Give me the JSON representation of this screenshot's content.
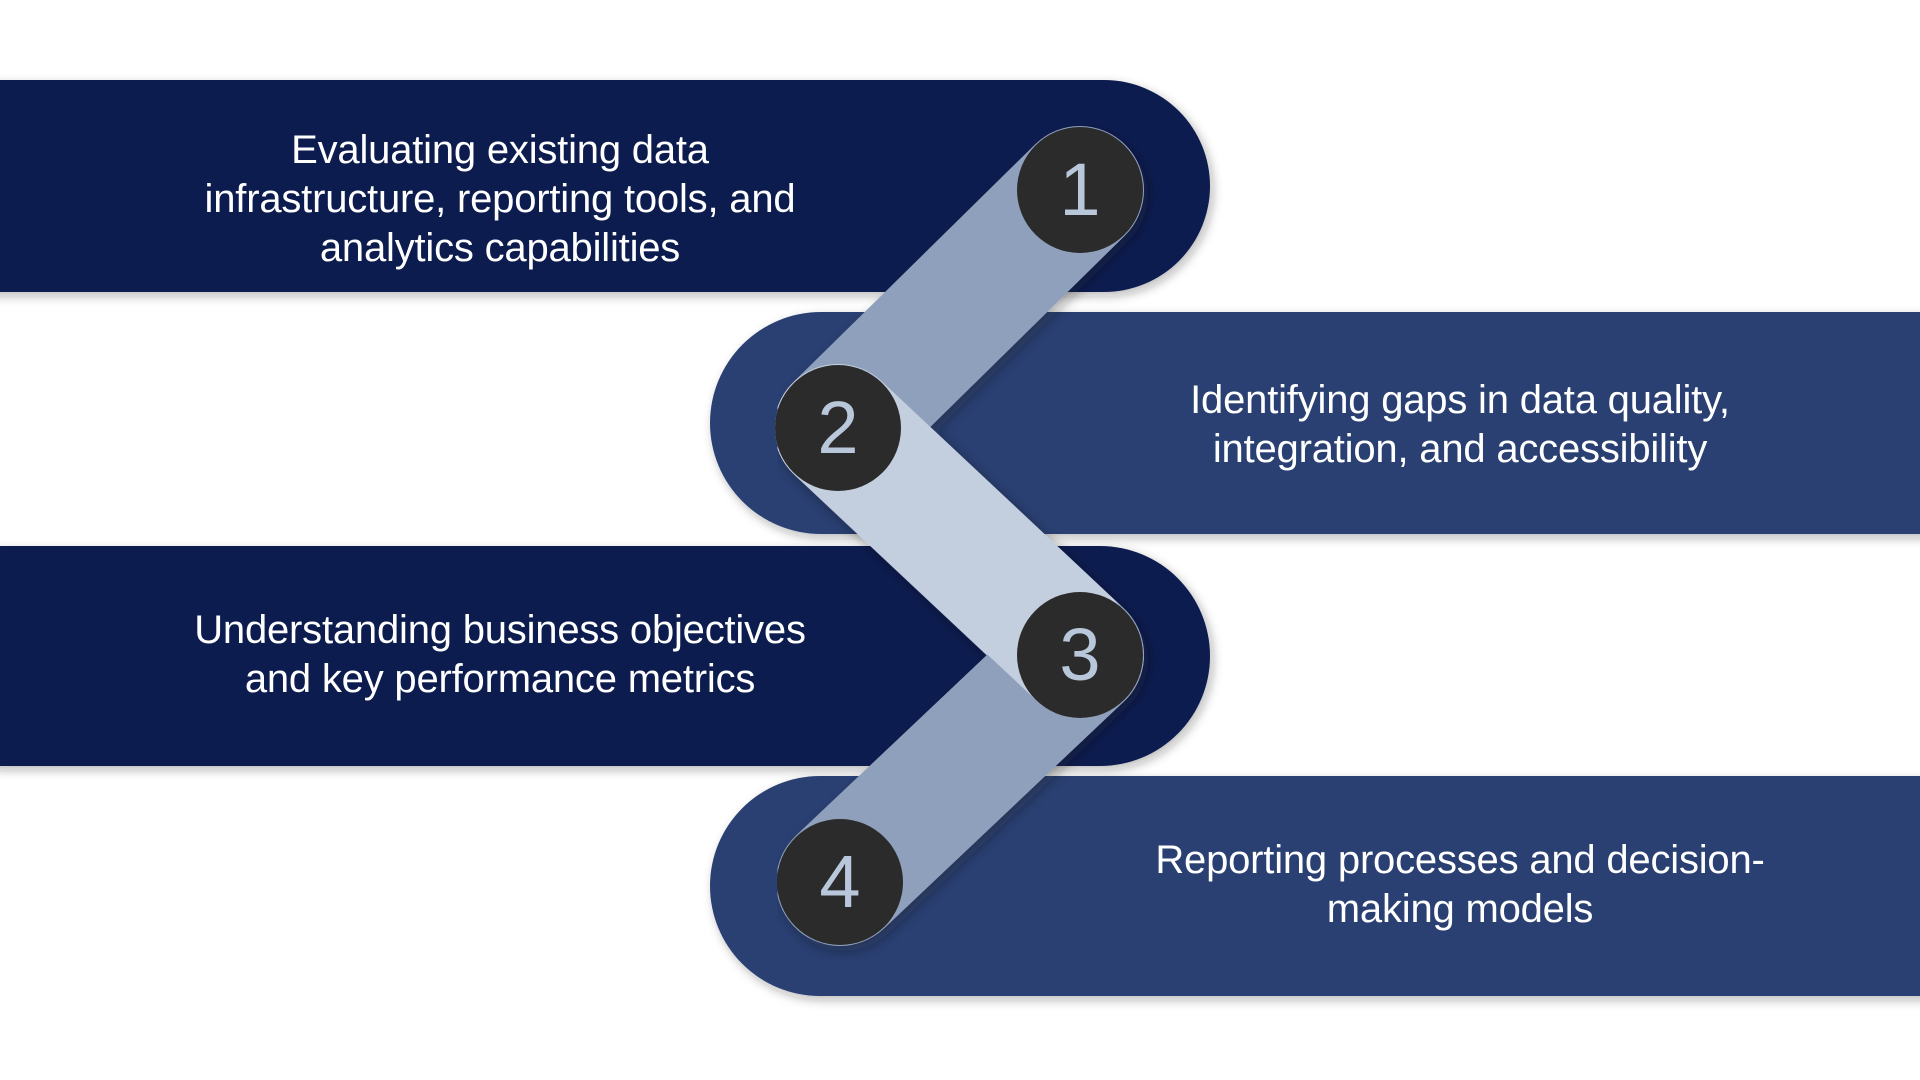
{
  "diagram": {
    "type": "zigzag-chevron-process",
    "title": "",
    "background_color": "#FFFFFF",
    "palette": {
      "bar_dark": "#0F1E50",
      "bar_medium": "#2A4172",
      "band_light": "#C3CEDE",
      "band_mid": "#8FA0BC",
      "circle_fill": "#2B2B2B",
      "number_color": "#B9C7DB",
      "text_color": "#FFFFFF"
    },
    "steps": [
      {
        "number": "1",
        "text": "Evaluating existing data\ninfrastructure, reporting tools, and\nanalytics capabilities",
        "align": "left",
        "bar_color": "#0F1E50"
      },
      {
        "number": "2",
        "text": "Identifying gaps in data quality,\nintegration, and accessibility",
        "align": "right",
        "bar_color": "#2A4172"
      },
      {
        "number": "3",
        "text": "Understanding business objectives\nand key performance metrics",
        "align": "left",
        "bar_color": "#0F1E50"
      },
      {
        "number": "4",
        "text": "Reporting processes and decision-\nmaking models",
        "align": "right",
        "bar_color": "#2A4172"
      }
    ]
  }
}
